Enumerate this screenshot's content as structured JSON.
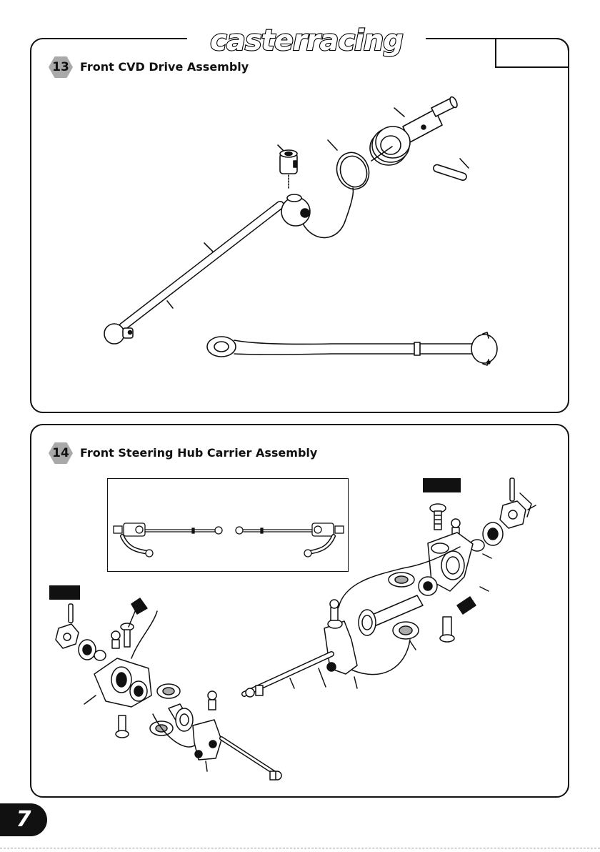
{
  "brand": {
    "logo_text": "casterracing"
  },
  "steps": [
    {
      "number": "13",
      "title": "Front CVD Drive Assembly"
    },
    {
      "number": "14",
      "title": "Front Steering Hub Carrier Assembly"
    }
  ],
  "page": {
    "number": "7"
  }
}
